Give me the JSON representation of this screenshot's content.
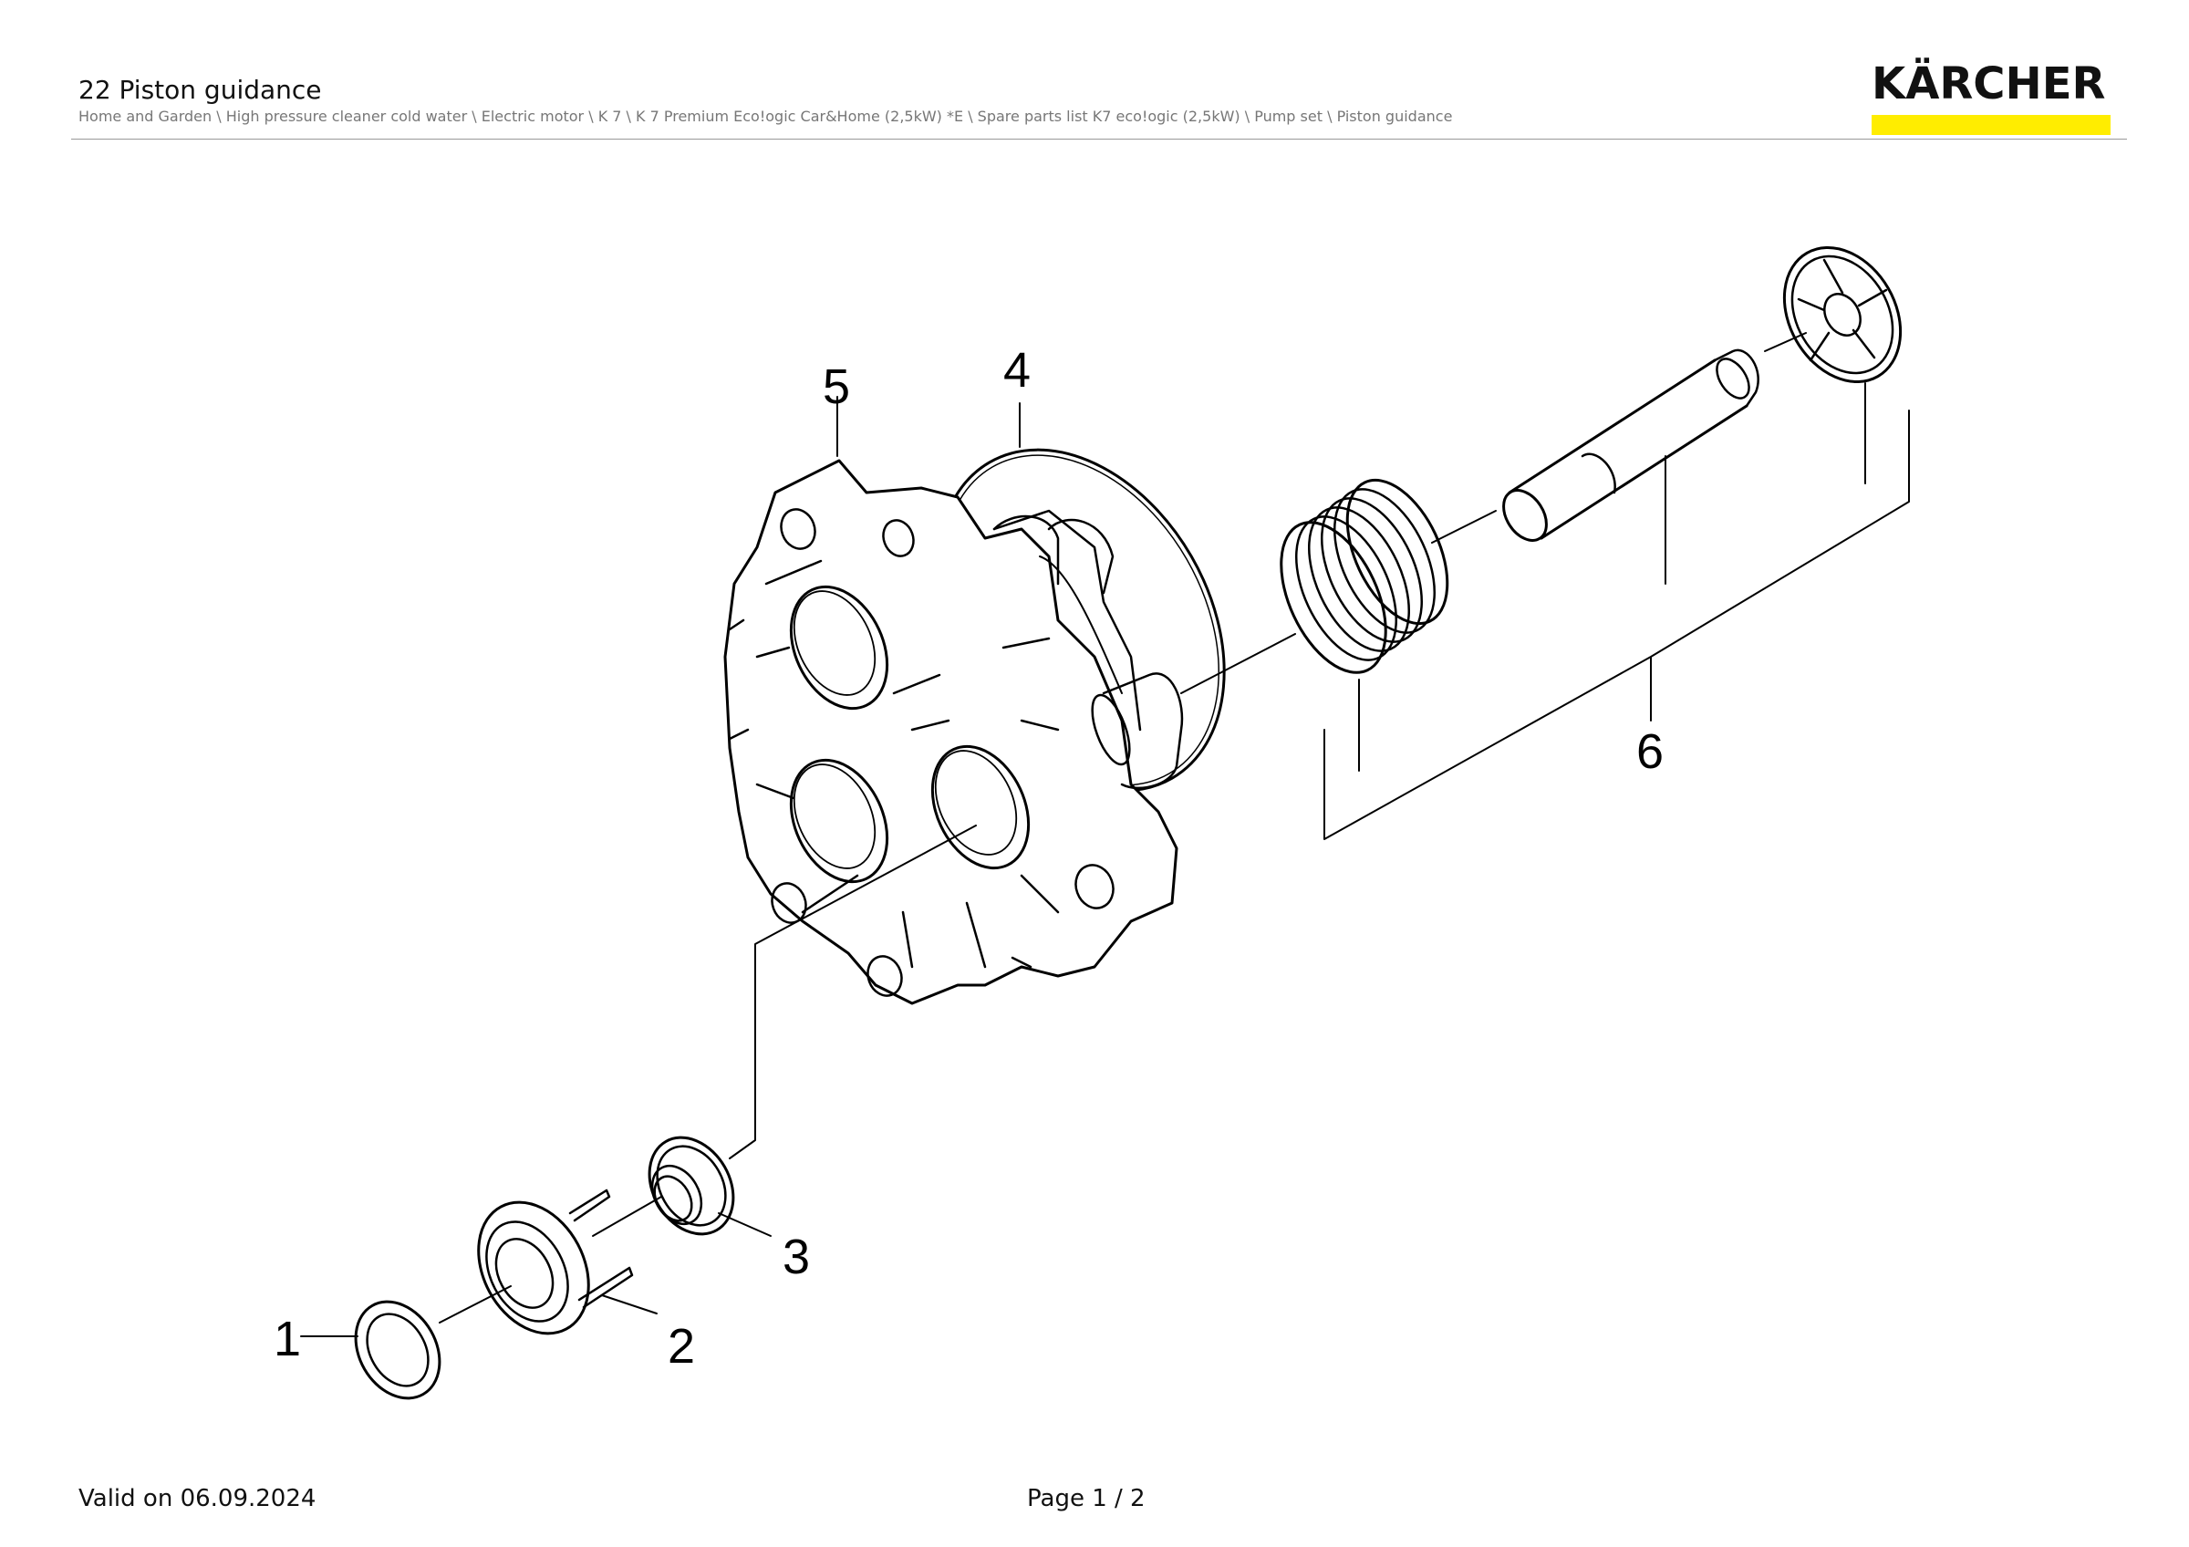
{
  "header": {
    "title": "22 Piston guidance",
    "breadcrumb": "Home and Garden \\ High pressure cleaner cold water \\ Electric motor \\ K 7 \\ K 7 Premium Eco!ogic Car&Home (2,5kW) *E \\ Spare parts list K7 eco!ogic (2,5kW) \\ Pump set \\ Piston guidance",
    "logo_text": "KÄRCHER",
    "logo_bar_color": "#ffed00"
  },
  "diagram": {
    "callouts": [
      "1",
      "2",
      "3",
      "4",
      "5",
      "6"
    ]
  },
  "footer": {
    "valid_on": "Valid on 06.09.2024",
    "page": "Page 1 / 2"
  }
}
